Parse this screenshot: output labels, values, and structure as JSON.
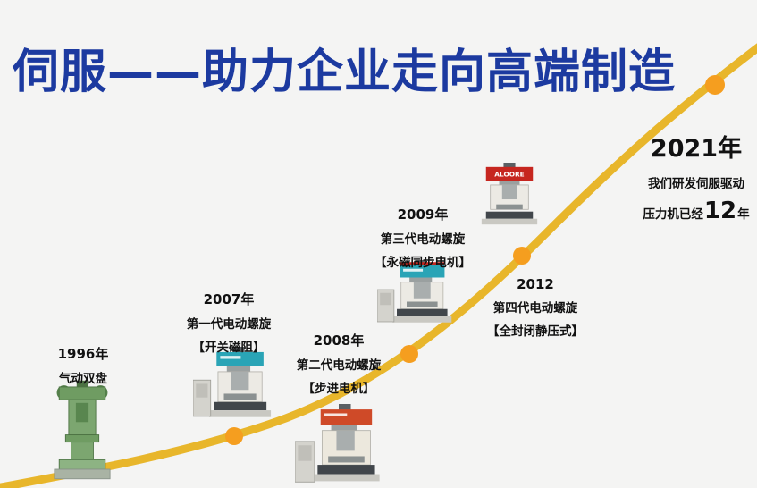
{
  "title": "伺服——助力企业走向高端制造",
  "milestones": [
    {
      "year": "1996年",
      "name": "气动双盘",
      "detail": ""
    },
    {
      "year": "2007年",
      "name": "第一代电动螺旋",
      "detail": "【开关磁阻】"
    },
    {
      "year": "2008年",
      "name": "第二代电动螺旋",
      "detail": "【步进电机】"
    },
    {
      "year": "2009年",
      "name": "第三代电动螺旋",
      "detail": "【永磁同步电机】"
    },
    {
      "year": "2012",
      "name": "第四代电动螺旋",
      "detail": "【全封闭静压式】"
    }
  ],
  "finale": {
    "year": "2021年",
    "line1": "我们研发伺服驱动",
    "line2_prefix": "压力机已经",
    "line2_number": "12",
    "line2_suffix": "年"
  },
  "machine_brand": "ALOORE",
  "colors": {
    "title_blue": "#1c3aa0",
    "curve_gold": "#e8b62b",
    "dot_orange": "#f59e1f"
  }
}
